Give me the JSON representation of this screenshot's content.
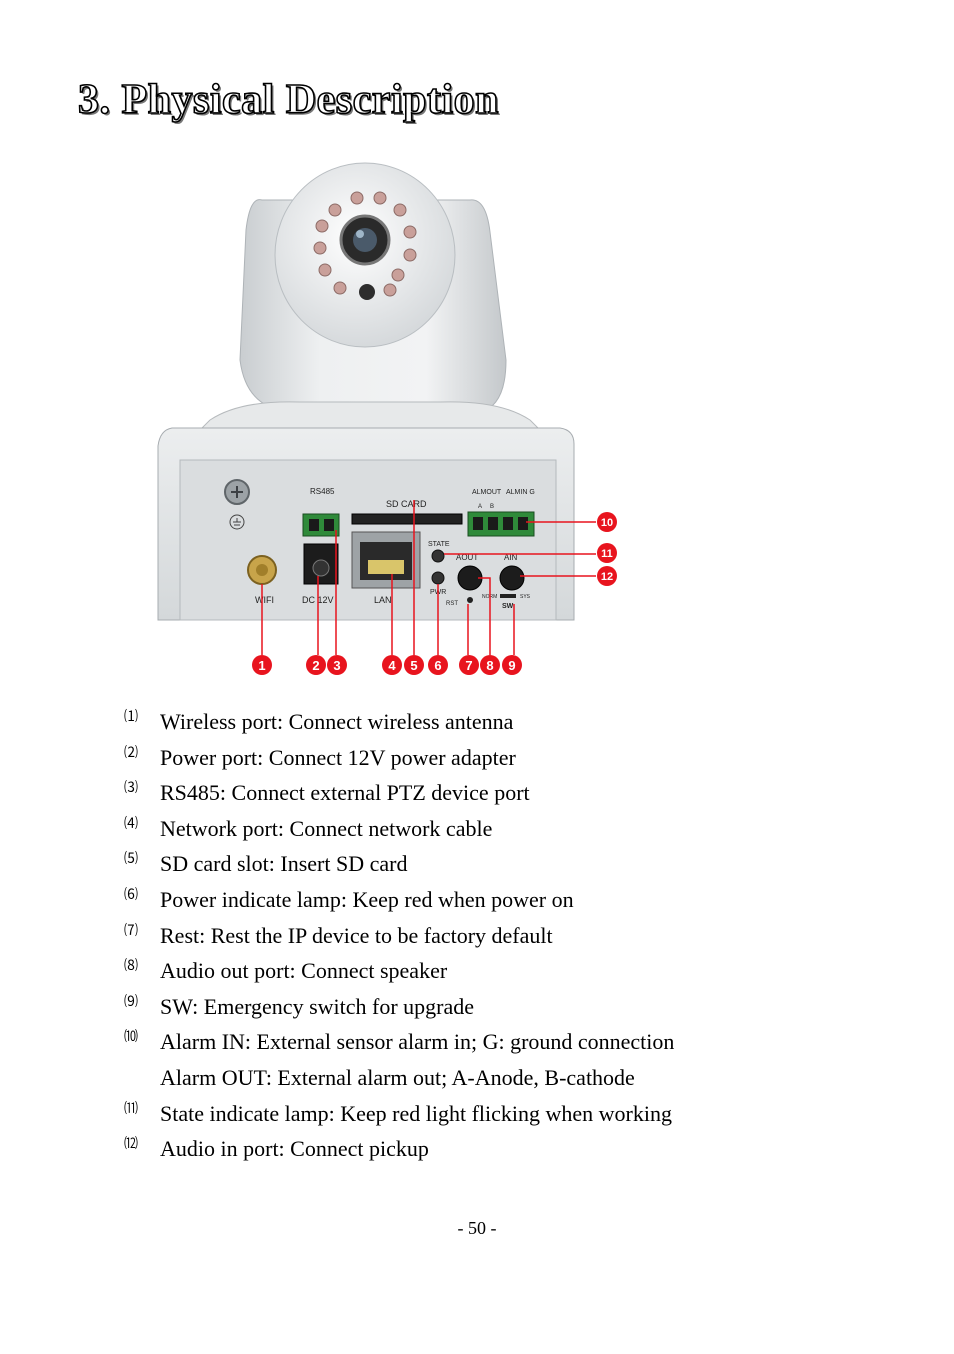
{
  "page": {
    "title": "3. Physical Description",
    "page_number": "- 50 -"
  },
  "figure": {
    "panel_labels": {
      "rs485": "RS485",
      "sd_card": "SD CARD",
      "almout": "ALMOUT",
      "almin": "ALMIN G",
      "a": "A",
      "b": "B",
      "state": "STATE",
      "aout": "AOUT",
      "ain": "AIN",
      "wifi": "WIFI",
      "dc": "DC 12V",
      "lan": "LAN",
      "pwr": "PWR",
      "rst": "RST",
      "sw": "SW",
      "norm": "NORM",
      "sys": "SYS"
    },
    "callouts": [
      "1",
      "2",
      "3",
      "4",
      "5",
      "6",
      "7",
      "8",
      "9",
      "10",
      "11",
      "12"
    ],
    "callout_color": "#e8141e"
  },
  "items": [
    {
      "num": "⑴",
      "text": "Wireless port: Connect wireless antenna"
    },
    {
      "num": "⑵",
      "text": "Power port: Connect 12V power adapter"
    },
    {
      "num": "⑶",
      "text": "RS485: Connect external PTZ device port"
    },
    {
      "num": "⑷",
      "text": "Network port: Connect network cable"
    },
    {
      "num": "⑸",
      "text": "SD card slot: Insert SD card"
    },
    {
      "num": "⑹",
      "text": "Power indicate lamp: Keep red when power on"
    },
    {
      "num": "⑺",
      "text": "Rest: Rest the IP device to be factory default"
    },
    {
      "num": "⑻",
      "text": "Audio out port: Connect speaker"
    },
    {
      "num": "⑼",
      "text": "SW: Emergency switch for upgrade"
    },
    {
      "num": "⑽",
      "text": "Alarm IN: External sensor alarm in; G: ground connection"
    },
    {
      "num": "",
      "text": "Alarm OUT: External alarm out; A-Anode, B-cathode"
    },
    {
      "num": "⑾",
      "text": "State indicate lamp: Keep red light flicking when working"
    },
    {
      "num": "⑿",
      "text": "Audio in port: Connect pickup"
    }
  ]
}
